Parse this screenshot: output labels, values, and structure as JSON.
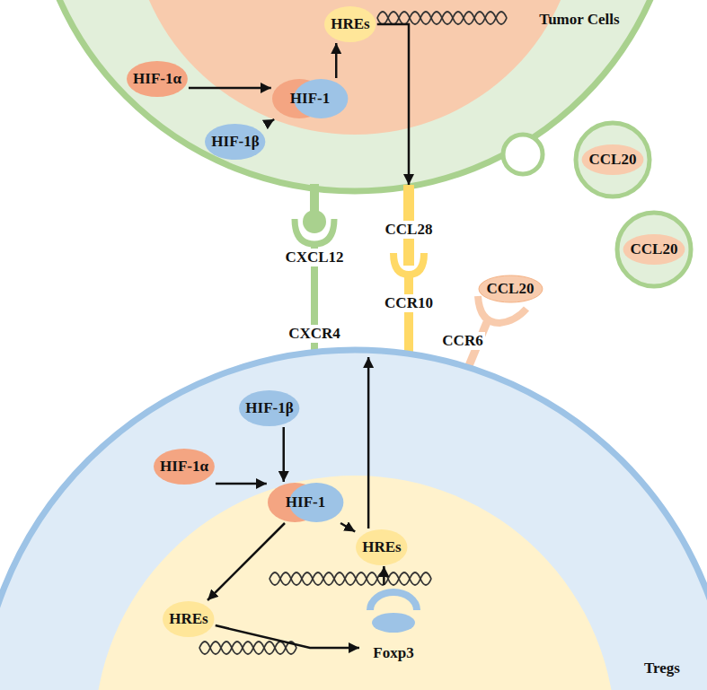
{
  "diagram": {
    "nodes": [
      {
        "text": [
          "Tumor Cells"
        ]
      },
      {
        "text": [
          "HIF-1α"
        ],
        "in": 0
      },
      {
        "text": [
          "HIF-1β"
        ],
        "in": 0
      },
      {
        "text": [
          "HIF-1"
        ],
        "in": 0
      },
      {
        "text": [
          "HREs"
        ],
        "in": 0
      },
      {
        "text": [
          "CCL20"
        ]
      },
      {
        "text": [
          "CCL28"
        ]
      },
      {
        "text": [
          "CCL20"
        ]
      },
      {
        "text": [
          "CXCL12"
        ]
      },
      {
        "text": [
          "CCR10"
        ]
      },
      {
        "text": [
          "CCL20"
        ]
      },
      {
        "text": [
          "CCR6"
        ]
      },
      {
        "text": [
          "CXCR4"
        ]
      },
      {
        "text": [
          "Tregs"
        ]
      },
      {
        "text": [
          "HIF-1β"
        ],
        "in": 13
      },
      {
        "text": [
          "HIF-1α"
        ],
        "in": 13
      },
      {
        "text": [
          "HIF-1"
        ],
        "in": 13
      },
      {
        "text": [
          "HREs"
        ],
        "in": 13
      },
      {
        "text": [
          "HREs"
        ],
        "in": 13
      },
      {
        "text": [
          "Foxp3"
        ],
        "in": 13
      }
    ],
    "edges": [
      {
        "from": 1,
        "to": 3,
        "arrow": "to"
      },
      {
        "from": 2,
        "to": 3,
        "arrow": "to"
      },
      {
        "from": 3,
        "to": 4,
        "arrow": "to"
      },
      {
        "from": 4,
        "to": 6,
        "arrow": "to"
      },
      {
        "from": 15,
        "to": 16,
        "arrow": "to"
      },
      {
        "from": 14,
        "to": 16,
        "arrow": "to"
      },
      {
        "from": 16,
        "to": 17,
        "arrow": "to"
      },
      {
        "from": 16,
        "to": 18,
        "arrow": "to"
      },
      {
        "from": 18,
        "to": 19,
        "arrow": "to"
      },
      {
        "from": 19,
        "to": 17,
        "arrow": "to"
      },
      {
        "from": 17,
        "to": 12,
        "arrow": "to"
      }
    ]
  }
}
